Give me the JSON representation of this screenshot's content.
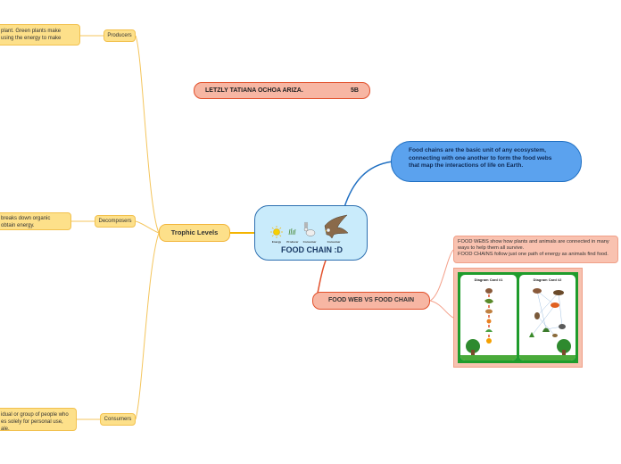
{
  "central": {
    "title": "FOOD CHAIN :D",
    "chain_labels": [
      "Energy",
      "Producer",
      "Consumer",
      "Consumer"
    ]
  },
  "author": {
    "name": "LETZLY TATIANA OCHOA ARIZA.",
    "grade": "5B"
  },
  "definition": {
    "text": "Food chains are the basic unit of any ecosystem, connecting with one another to form the food webs that map the interactions of life on Earth."
  },
  "trophic": {
    "label": "Trophic Levels"
  },
  "producers": {
    "label": "Producers",
    "note": "plant. Green plants make\nusing the energy to make"
  },
  "decomposers": {
    "label": "Decomposers",
    "note": "breaks down organic\nobtain energy."
  },
  "consumers": {
    "label": "Consumers",
    "note": "idual or group of people who\nes solely for personal use,\nale."
  },
  "webchain": {
    "label": "FOOD WEB VS FOOD CHAIN",
    "note": "FOOD WEBS show how plants and animals are connected in many ways to help them all survive.\nFOOD CHAINS follow just one path of energy as animals find food.",
    "left_card_title": "Diagram Card #1",
    "right_card_title": "Diagram Card #2"
  }
}
